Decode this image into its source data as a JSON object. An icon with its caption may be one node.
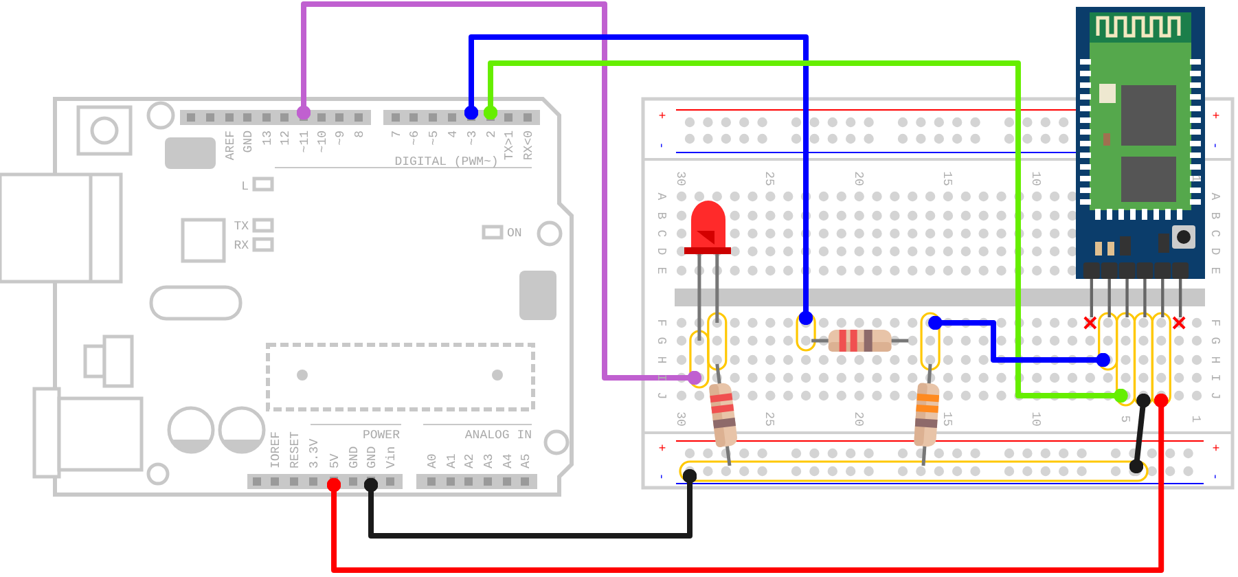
{
  "diagram": {
    "nodes": [
      {
        "text": [],
        "shape": "picture"
      },
      {
        "text": [],
        "shape": "box",
        "in": 0
      },
      {
        "text": [],
        "shape": "box",
        "in": 0
      },
      {
        "text": [],
        "shape": "box",
        "in": 0
      },
      {
        "text": [],
        "shape": "box",
        "in": 0
      },
      {
        "text": [],
        "shape": "box",
        "in": 0
      },
      {
        "text": [],
        "shape": "picture"
      },
      {
        "text": [],
        "shape": "circle",
        "in": 6
      },
      {
        "text": [],
        "shape": "circle",
        "in": 6
      },
      {
        "text": [],
        "shape": "circle",
        "in": 6
      },
      {
        "text": [],
        "shape": "circle",
        "in": 6
      },
      {
        "text": [],
        "shape": "circle",
        "in": 6
      },
      {
        "text": [],
        "shape": "circle",
        "in": 6
      },
      {
        "text": [],
        "shape": "circle",
        "in": 6
      },
      {
        "text": [],
        "shape": "circle",
        "in": 6
      },
      {
        "text": [],
        "shape": "circle",
        "in": 6
      },
      {
        "text": [],
        "shape": "picture",
        "in": 6
      },
      {
        "text": [],
        "shape": "picture",
        "in": 6
      },
      {
        "text": [],
        "shape": "picture",
        "in": 6
      },
      {
        "text": [],
        "shape": "picture",
        "in": 6
      },
      {
        "text": [],
        "shape": "picture"
      }
    ],
    "edges": [
      {
        "from": 1,
        "to": 10,
        "arrow": "other",
        "color": "#c060d0"
      },
      {
        "from": 2,
        "to": 7,
        "arrow": "other",
        "color": "#0000ff"
      },
      {
        "from": 3,
        "to": 11,
        "arrow": "other",
        "color": "#66ee00"
      },
      {
        "from": 4,
        "to": 13,
        "arrow": "other",
        "color": "#ff0000"
      },
      {
        "from": 5,
        "to": 14,
        "arrow": "other",
        "color": "#1a1a1a"
      },
      {
        "from": 8,
        "to": 9,
        "arrow": "other",
        "color": "#0000ff"
      },
      {
        "from": 12,
        "to": 15,
        "arrow": "other",
        "color": "#1a1a1a"
      }
    ],
    "labels": [
      "AREF",
      "GND",
      "13",
      "12",
      "~11",
      "~10",
      "~9",
      "8",
      "7",
      "~6",
      "~5",
      "4",
      "~3",
      "2",
      "TX>1",
      "RX<0",
      "DIGITAL (PWM~)",
      "L",
      "TX",
      "RX",
      "ON",
      "POWER",
      "ANALOG IN",
      "IOREF",
      "RESET",
      "3.3V",
      "5V",
      "GND",
      "GND",
      "Vin",
      "A0",
      "A1",
      "A2",
      "A3",
      "A4",
      "A5",
      "+",
      "+",
      "-",
      "-",
      "30",
      "25",
      "20",
      "15",
      "10",
      "1",
      "A",
      "B",
      "C",
      "D",
      "E",
      "A",
      "B",
      "C",
      "D",
      "E",
      "F",
      "G",
      "H",
      "I",
      "J",
      "F",
      "G",
      "H",
      "I",
      "J",
      "30",
      "25",
      "20",
      "15",
      "10",
      "5",
      "1",
      "+",
      "+",
      "-",
      "-"
    ]
  }
}
